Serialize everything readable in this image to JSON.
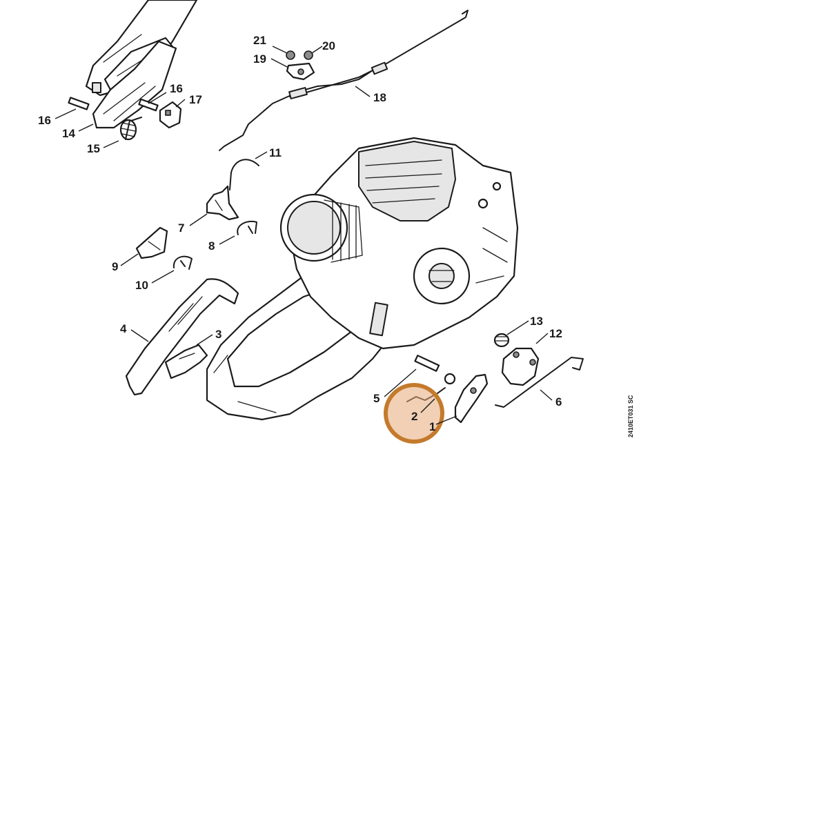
{
  "diagram": {
    "reference_code": "2410ET031 SC",
    "highlight_color": "#c47a2c",
    "callouts": [
      "1",
      "2",
      "3",
      "4",
      "5",
      "6",
      "7",
      "8",
      "9",
      "10",
      "11",
      "12",
      "13",
      "14",
      "15",
      "16",
      "16",
      "17",
      "18",
      "19",
      "20",
      "21"
    ],
    "highlighted_callout": "2"
  }
}
